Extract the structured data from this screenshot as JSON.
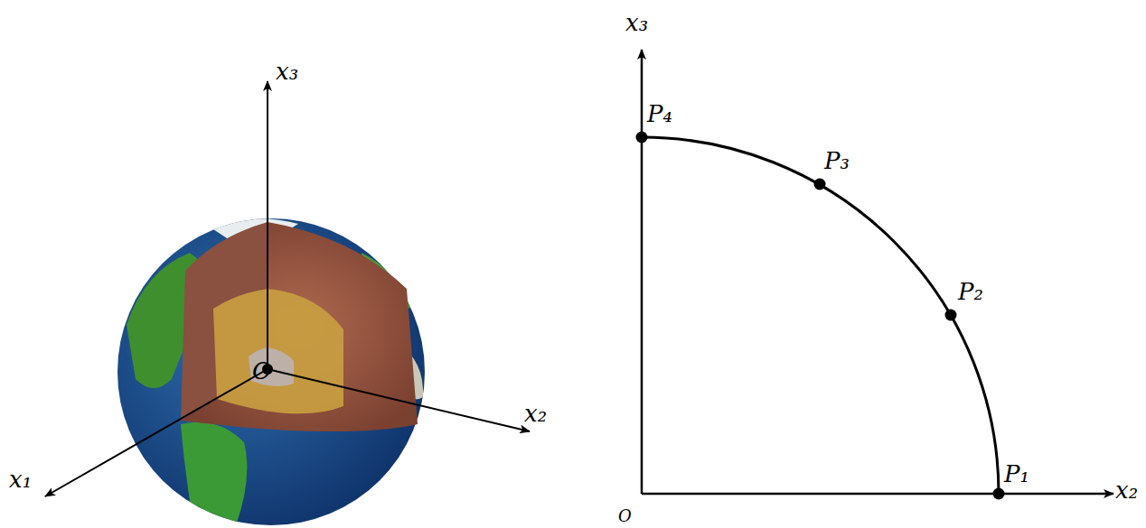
{
  "diagram": {
    "labels": [
      "x₃",
      "O",
      "x₁",
      "x₂",
      "x₃",
      "P₄",
      "P₃",
      "P₂",
      "P₁",
      "x₂",
      "O"
    ]
  }
}
